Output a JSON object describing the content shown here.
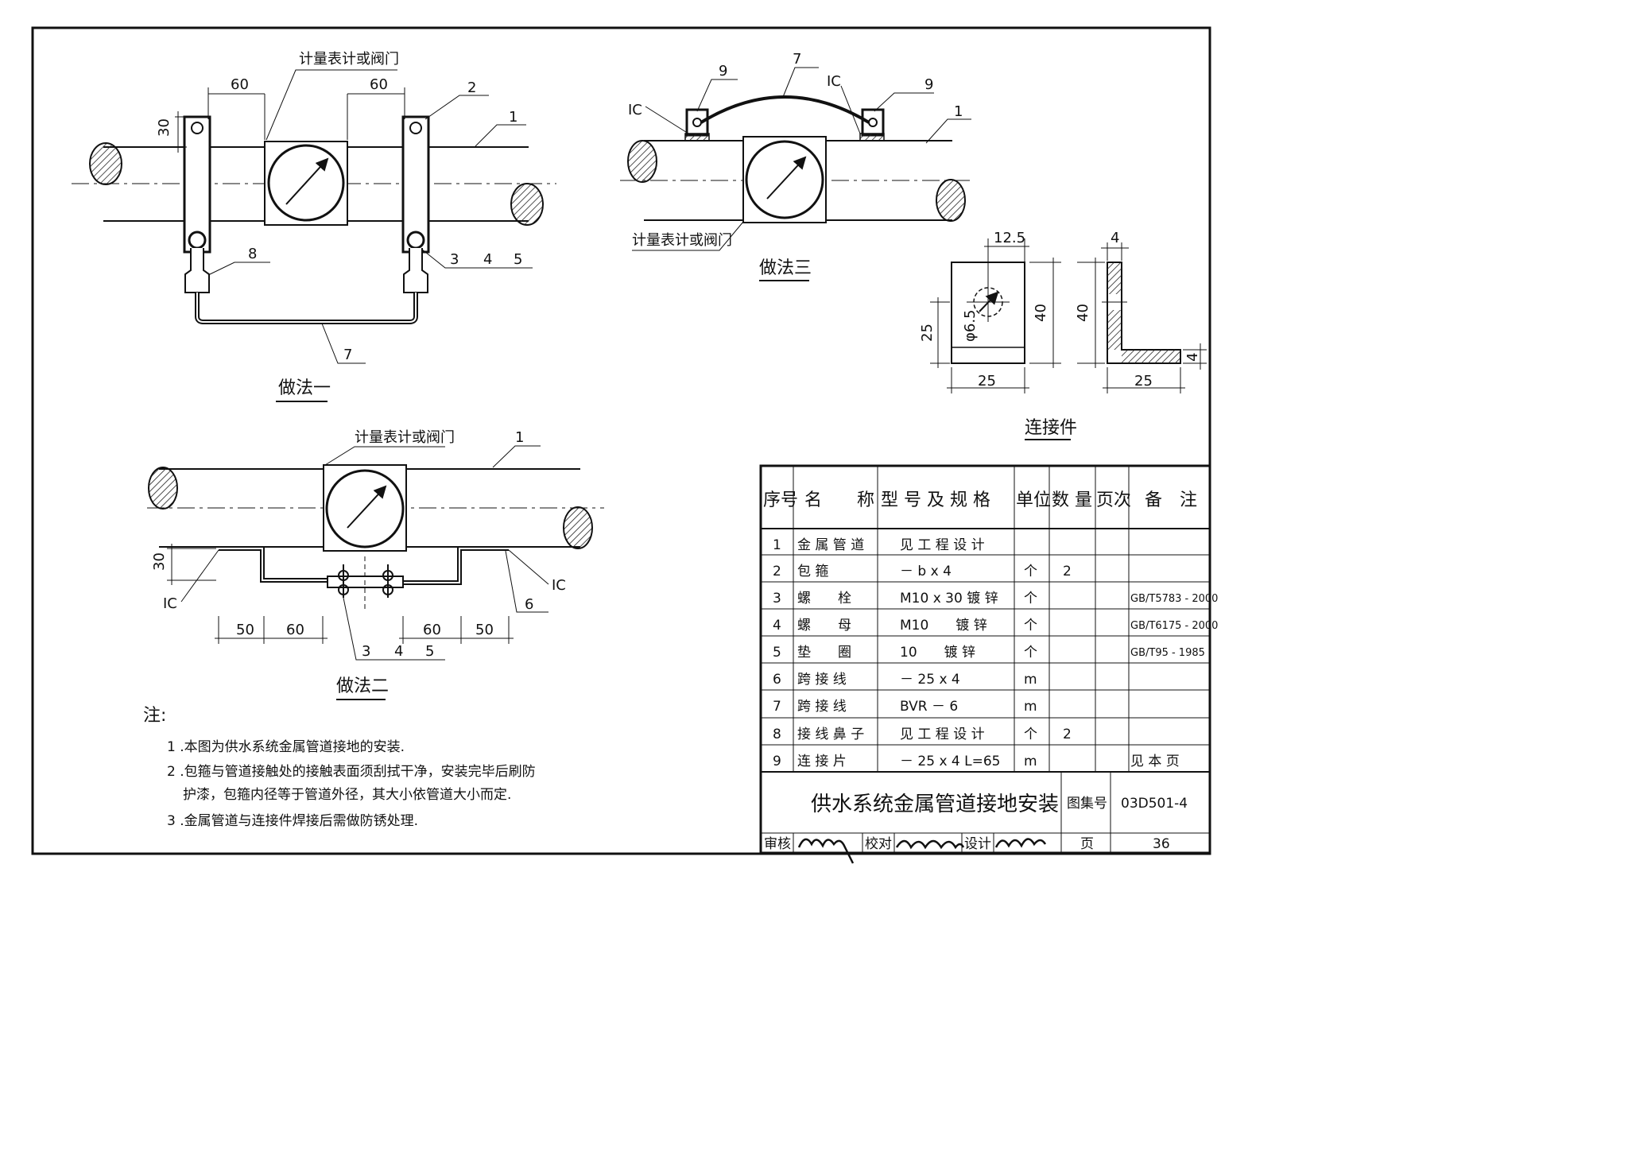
{
  "method1": {
    "caption": "做法一",
    "device_label": "计量表计或阀门",
    "dim_left": "60",
    "dim_right": "60",
    "dim_30": "30",
    "callouts": [
      "2",
      "1",
      "8",
      "3",
      "4",
      "5",
      "7"
    ]
  },
  "method2": {
    "caption": "做法二",
    "device_label": "计量表计或阀门",
    "dim_30": "30",
    "dims": [
      "50",
      "60",
      "60",
      "50"
    ],
    "callouts": [
      "1",
      "6",
      "3",
      "4",
      "5"
    ],
    "weld_symbol": "IC"
  },
  "method3": {
    "caption": "做法三",
    "device_label": "计量表计或阀门",
    "callouts": [
      "9",
      "7",
      "9",
      "1"
    ],
    "weld_symbol": "IC"
  },
  "connector": {
    "caption": "连接件",
    "dims": {
      "top": "12.5",
      "hole": "φ6.5",
      "height_front": "40",
      "height_side": "40",
      "left_25": "25",
      "bottom_front": "25",
      "bottom_side": "25",
      "thick_top": "4",
      "thick_right": "4"
    }
  },
  "notes": {
    "heading": "注:",
    "items": [
      "1 .本图为供水系统金属管道接地的安装.",
      "2 .包箍与管道接触处的接触表面须刮拭干净，安装完毕后刷防",
      "护漆，包箍内径等于管道外径，其大小依管道大小而定.",
      "3 .金属管道与连接件焊接后需做防锈处理."
    ]
  },
  "table": {
    "headers": [
      "序号",
      "名　　称",
      "型 号 及 规 格",
      "单位",
      "数 量",
      "页次",
      "备　注"
    ],
    "rows": [
      [
        "1",
        "金 属 管 道",
        "见 工 程 设 计",
        "",
        "",
        "",
        ""
      ],
      [
        "2",
        "包 箍",
        "－ b x 4",
        "个",
        "2",
        "",
        ""
      ],
      [
        "3",
        "螺　　栓",
        "M10 x 30 镀 锌",
        "个",
        "",
        "",
        "GB/T5783 - 2000"
      ],
      [
        "4",
        "螺　　母",
        "M10　　镀 锌",
        "个",
        "",
        "",
        "GB/T6175 - 2000"
      ],
      [
        "5",
        "垫　　圈",
        "10　　镀 锌",
        "个",
        "",
        "",
        "GB/T95 - 1985"
      ],
      [
        "6",
        "跨 接 线",
        "－ 25 x 4",
        "m",
        "",
        "",
        ""
      ],
      [
        "7",
        "跨 接 线",
        "BVR － 6",
        "m",
        "",
        "",
        ""
      ],
      [
        "8",
        "接 线 鼻 子",
        "见 工 程 设 计",
        "个",
        "2",
        "",
        ""
      ],
      [
        "9",
        "连 接 片",
        "－ 25 x 4 L=65",
        "m",
        "",
        "",
        "见 本 页"
      ]
    ]
  },
  "title_block": {
    "title": "供水系统金属管道接地安装",
    "atlas_label": "图集号",
    "atlas_no": "03D501-4",
    "review": "审核",
    "check": "校对",
    "design": "设计",
    "page_label": "页",
    "page_no": "36"
  }
}
